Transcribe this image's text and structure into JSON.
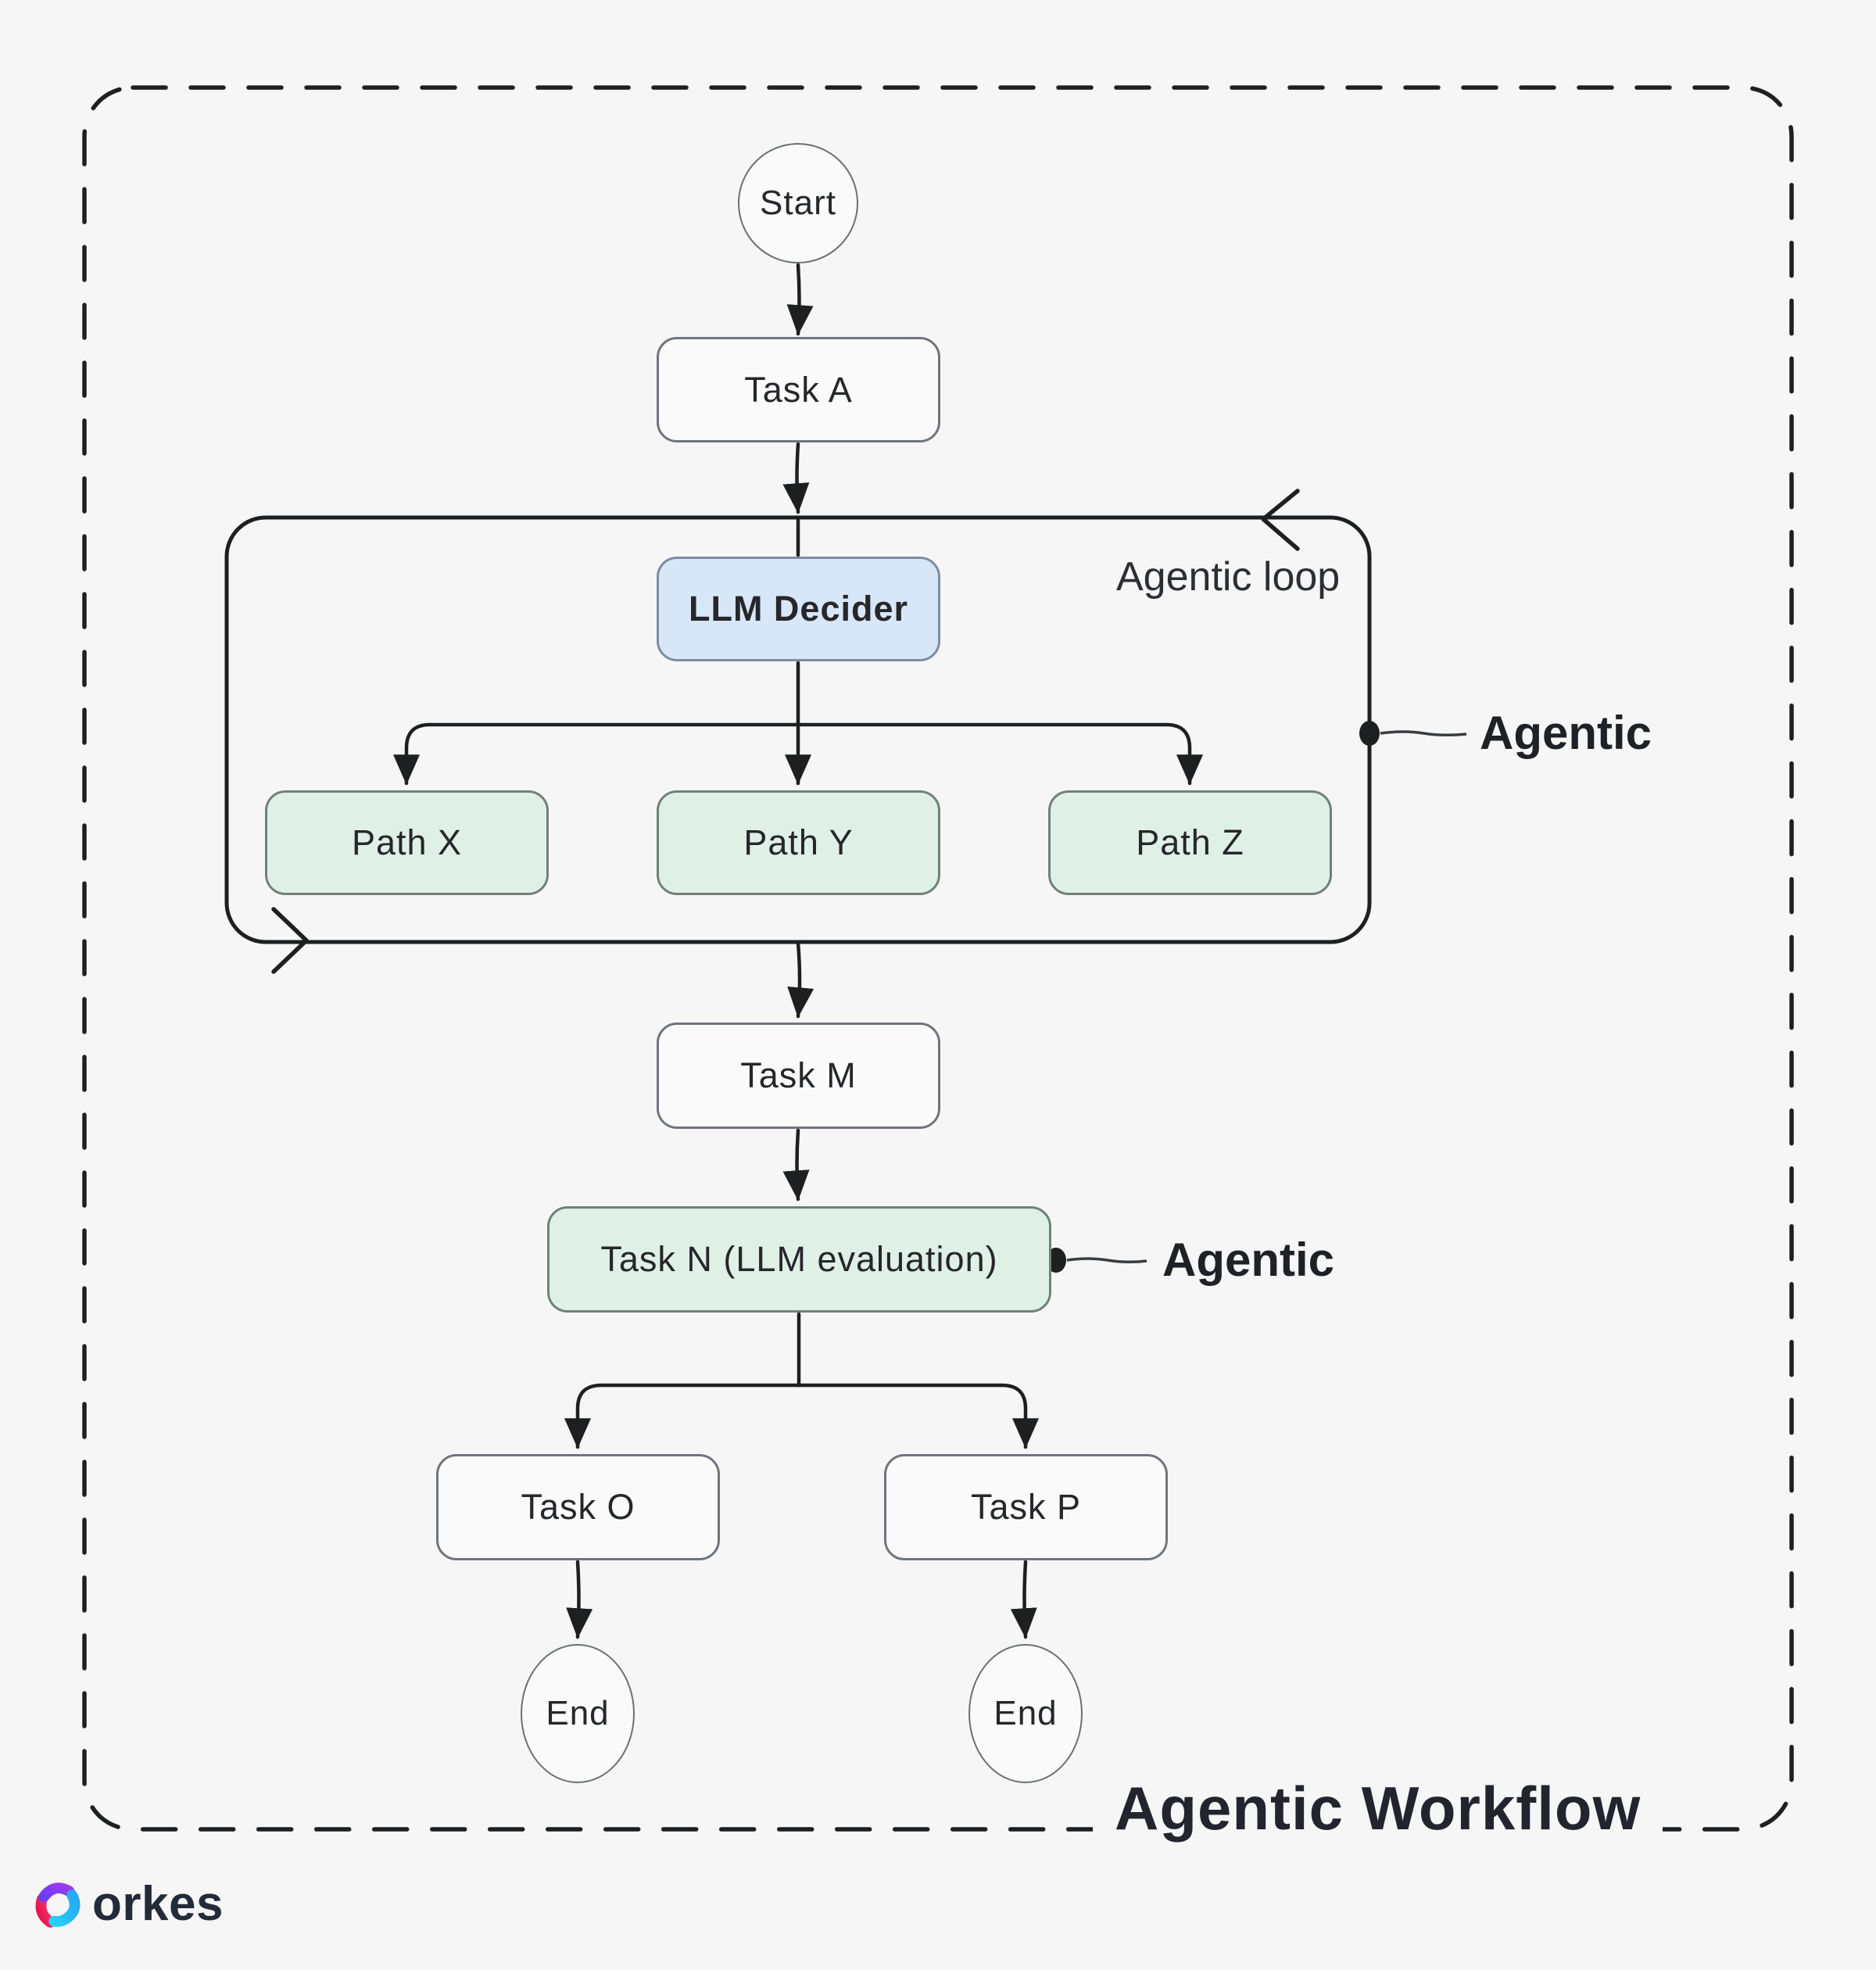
{
  "title": "Agentic Workflow",
  "brand": {
    "name": "orkes"
  },
  "nodes": {
    "start": "Start",
    "task_a": "Task A",
    "llm_decider": "LLM Decider",
    "path_x": "Path X",
    "path_y": "Path Y",
    "path_z": "Path Z",
    "task_m": "Task M",
    "task_n": "Task N (LLM evaluation)",
    "task_o": "Task O",
    "task_p": "Task P",
    "end_left": "End",
    "end_right": "End"
  },
  "labels": {
    "agentic_loop": "Agentic loop",
    "agentic_side": "Agentic",
    "agentic_eval": "Agentic"
  },
  "colors": {
    "background": "#f6f6f7",
    "line": "#1d1f21",
    "node_fill": "#fafafa",
    "node_border": "#6e757d",
    "llm_fill": "#d8e7f8",
    "agentic_fill": "#dff0e7",
    "title_text": "#22252e",
    "logo_pink": "#ee2b5b",
    "logo_purple": "#7c3bf0",
    "logo_cyan": "#23c3f2",
    "brand_text": "#232a38"
  }
}
